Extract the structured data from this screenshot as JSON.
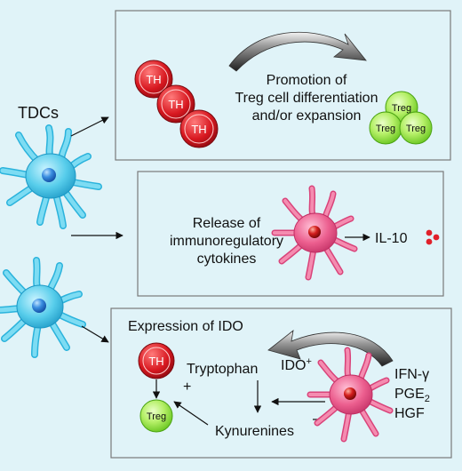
{
  "left": {
    "label": "TDCs"
  },
  "panel1": {
    "th_cells": [
      "TH",
      "TH",
      "TH"
    ],
    "text_lines": [
      "Promotion of",
      "Treg cell differentiation",
      "and/or expansion"
    ],
    "treg_cells": [
      "Treg",
      "Treg",
      "Treg"
    ]
  },
  "panel2": {
    "text_lines": [
      "Release of",
      "immunoregulatory",
      "cytokines"
    ],
    "product": "IL-10"
  },
  "panel3": {
    "title": "Expression of IDO",
    "th_cell": "TH",
    "treg_cell": "Treg",
    "tryptophan": "Tryptophan",
    "plus": "+",
    "ido_base": "IDO",
    "ido_sup": "+",
    "kynurenines": "Kynurenines",
    "inducers": [
      "IFN-γ",
      "PGE",
      "HGF"
    ],
    "pge_subscript": "2"
  },
  "colors": {
    "background": "#e0f3f8",
    "panel_border": "#7a7a7a",
    "th_red": "#d81820",
    "treg_green": "#74d22a",
    "tdc_blue": "#57cdeb",
    "regulatory_pink": "#ec5f8f",
    "nucleus_blue": "#2f7fd4",
    "nucleus_red": "#c0141c",
    "il10_dots": "#e0202a"
  }
}
